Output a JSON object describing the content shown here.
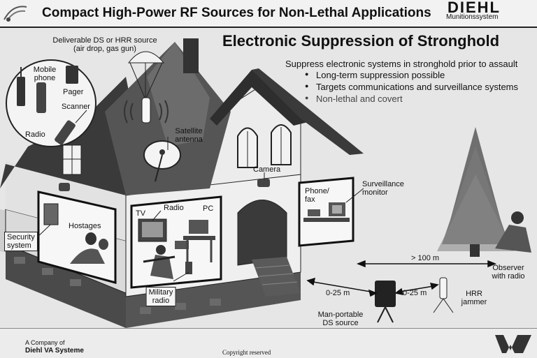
{
  "header": {
    "title": "Compact High-Power RF Sources for Non-Lethal Applications",
    "logo_text": "DIEHL",
    "logo_subtext": "Munitionssystem"
  },
  "slide": {
    "subtitle": "Electronic Suppression of Stronghold",
    "intro": "Suppress electronic systems in stronghold prior to assault",
    "bullets": [
      "Long-term suppression possible",
      "Targets communications and surveillance systems",
      "Non-lethal and covert"
    ]
  },
  "labels": {
    "deliverable_line1": "Deliverable DS or HRR source",
    "deliverable_line2": "(air drop, gas gun)",
    "mobile_phone_line1": "Mobile",
    "mobile_phone_line2": "phone",
    "pager": "Pager",
    "scanner": "Scanner",
    "radio": "Radio",
    "satellite_line1": "Satellite",
    "satellite_line2": "antenna",
    "camera": "Camera",
    "surveillance_line1": "Surveillance",
    "surveillance_line2": "monitor",
    "phone_fax_line1": "Phone/",
    "phone_fax_line2": "fax",
    "security_line1": "Security",
    "security_line2": "system",
    "hostages": "Hostages",
    "tv": "TV",
    "room_radio": "Radio",
    "pc": "PC",
    "military_line1": "Military",
    "military_line2": "radio",
    "distance_far": "> 100 m",
    "distance_ds": "0-25 m",
    "distance_hrr": "0-25 m",
    "observer_line1": "Observer",
    "observer_line2": "with radio",
    "hrr_line1": "HRR",
    "hrr_line2": "jammer",
    "ds_line1": "Man-portable",
    "ds_line2": "DS source"
  },
  "footer": {
    "company_line1": "A Company of",
    "company_line2": "Diehl VA Systeme",
    "copyright": "Copyright reserved"
  },
  "colors": {
    "roof": "#3a3a3a",
    "wall": "#efefef",
    "foundation": "#4a4a4a",
    "background": "#e6e6e6"
  }
}
